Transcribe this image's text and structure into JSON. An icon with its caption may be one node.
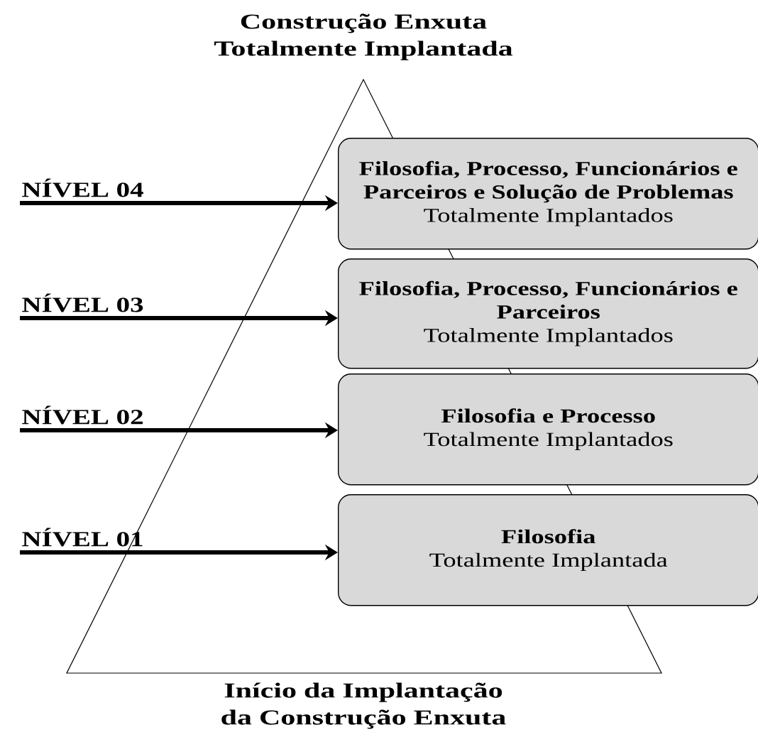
{
  "diagram": {
    "nodes": [
      {
        "text": [
          "NÍVEL 04"
        ]
      },
      {
        "text": [
          "Filosofia, Processo, Funcionários e Parceiros e Solução de Problemas",
          "Totalmente Implantados"
        ]
      },
      {
        "text": [
          "NÍVEL 03"
        ]
      },
      {
        "text": [
          "Filosofia, Processo, Funcionários e Parceiros",
          "Totalmente Implantados"
        ]
      },
      {
        "text": [
          "NÍVEL 02"
        ]
      },
      {
        "text": [
          "Filosofia e Processo",
          "Totalmente Implantados"
        ]
      },
      {
        "text": [
          "NÍVEL 01"
        ]
      },
      {
        "text": [
          "Filosofia",
          "Totalmente Implantada"
        ]
      }
    ],
    "edges": [
      {
        "from": 0,
        "to": 1,
        "arrow": "to"
      },
      {
        "from": 2,
        "to": 3,
        "arrow": "to"
      },
      {
        "from": 4,
        "to": 5,
        "arrow": "to"
      },
      {
        "from": 6,
        "to": 7,
        "arrow": "to"
      }
    ],
    "labels": [
      "Construção Enxuta Totalmente Implantada",
      "Início da Implantação da Construção Enxuta"
    ]
  }
}
